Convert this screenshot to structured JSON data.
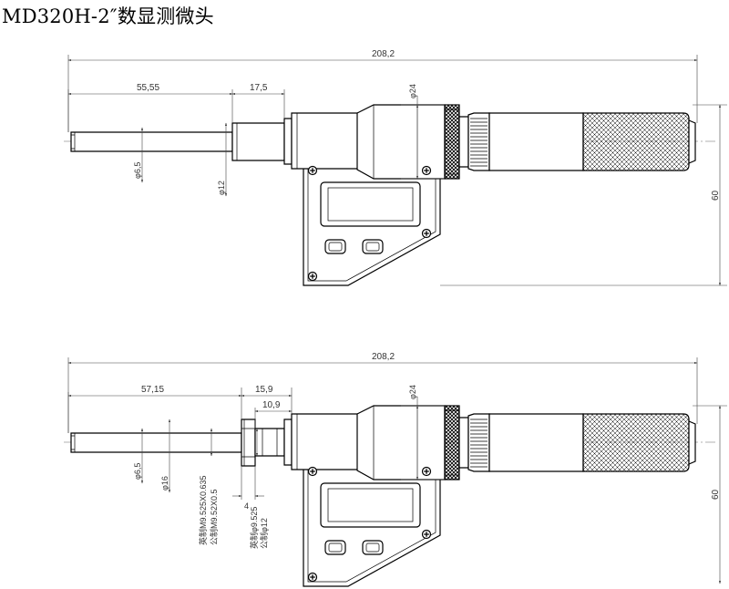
{
  "title": "MD320H-2″数显测微头",
  "drawing_top": {
    "overall_length": "208,2",
    "spindle_length": "55,55",
    "sleeve_length": "17,5",
    "head_dia": "φ24",
    "spindle_dia": "φ6,5",
    "sleeve_dia": "φ12",
    "height": "60"
  },
  "drawing_bottom": {
    "overall_length": "208,2",
    "spindle_length": "57,15",
    "thread_length": "15,9",
    "neck_length": "10,9",
    "head_dia": "φ24",
    "spindle_dia": "φ6,5",
    "flange_dia": "φ16",
    "thread_a": "英制M9.525X0.635",
    "thread_b": "公制M9.52X0.5",
    "flange_width": "4",
    "stem_a": "英制φ9.525",
    "stem_b": "公制φ12",
    "height": "60"
  }
}
